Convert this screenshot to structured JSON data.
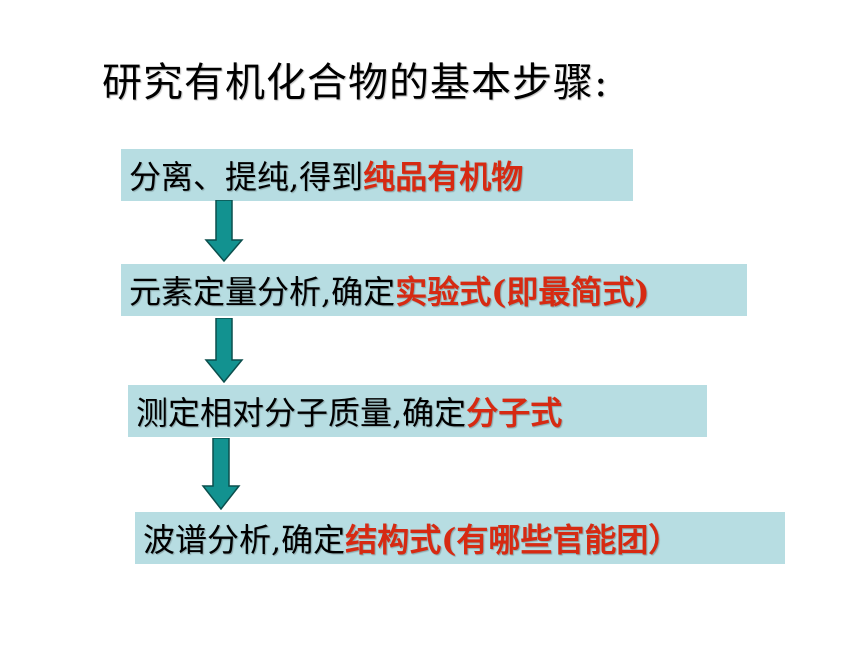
{
  "title": "研究有机化合物的基本步骤:",
  "steps": [
    {
      "text": "分离、提纯,得到",
      "highlight": "纯品有机物"
    },
    {
      "text": "元素定量分析,确定",
      "highlight": "实验式(即最简式)"
    },
    {
      "text": "测定相对分子质量,确定",
      "highlight": "分子式"
    },
    {
      "text": "波谱分析,确定",
      "highlight": "结构式(有哪些官能团）"
    }
  ],
  "colors": {
    "box_fill": "#b7dde2",
    "highlight_text": "#d62a12",
    "arrow_fill": "#129290",
    "arrow_stroke": "#0b4f4d"
  },
  "icons": [
    "arrow-down-icon"
  ]
}
